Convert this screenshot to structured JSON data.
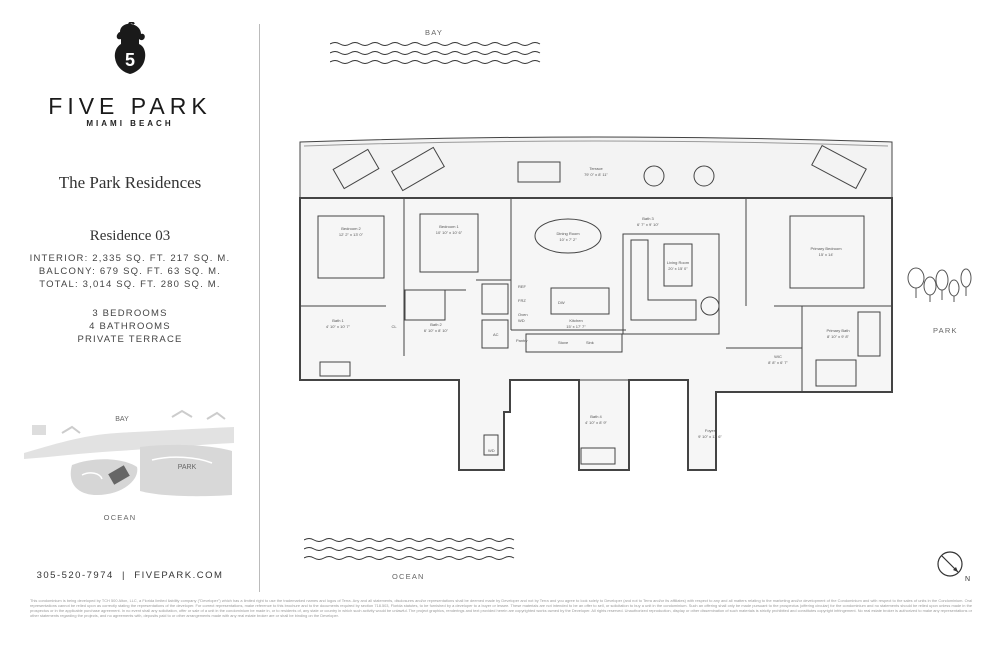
{
  "brand": {
    "name": "FIVE PARK",
    "location": "MIAMI BEACH",
    "logo_letter": "5"
  },
  "collection": "The Park Residences",
  "residence": "Residence 03",
  "areas": [
    "INTERIOR: 2,335 SQ. FT. 217 SQ. M.",
    "BALCONY: 679 SQ. FT. 63 SQ. M.",
    "TOTAL: 3,014 SQ. FT. 280 SQ. M."
  ],
  "features": [
    "3 BEDROOMS",
    "4 BATHROOMS",
    "PRIVATE TERRACE"
  ],
  "contact": {
    "phone": "305-520-7974",
    "separator": "|",
    "website": "FIVEPARK.COM"
  },
  "keymap": {
    "bay": "BAY",
    "park": "PARK",
    "ocean": "OCEAN"
  },
  "plan": {
    "bay": "BAY",
    "park": "PARK",
    "ocean": "OCEAN",
    "north": "N",
    "rooms": {
      "terrace": "Terrace",
      "terrace_dim": "79' 0\" x 8' 11\"",
      "bedroom2": "Bedroom 2",
      "bedroom2_dim": "12' 2\" x 13' 0\"",
      "bedroom1": "Bedroom 1",
      "bedroom1_dim": "10' 10\" x 10' 6\"",
      "dining": "Dining Room",
      "dining_dim": "10' x 7' 2\"",
      "bath3": "Bath 3",
      "bath3_dim": "6' 7\" x 9' 10\"",
      "living": "Living Room",
      "living_dim": "20' x 15' 0\"",
      "primary_bedroom": "Primary Bedroom",
      "primary_bedroom_dim": "15' x 14'",
      "kitchen": "Kitchen",
      "kitchen_dim": "15' x 17' 7\"",
      "bath2": "Bath 2",
      "bath2_dim": "6' 10\" x 8' 10\"",
      "bath1": "Bath 1",
      "bath1_dim": "4' 10\" x 10' 7\"",
      "primary_bath": "Primary Bath",
      "primary_bath_dim": "8' 10\" x 9' 8\"",
      "wic": "WIC",
      "wic_dim": "8' 8\" x 6' 7\"",
      "bath4": "Bath 4",
      "bath4_dim": "4' 10\" x 8' 9\"",
      "foyer": "Foyer",
      "foyer_dim": "9' 10\" x 11' 6\"",
      "cl": "CL",
      "ref": "REF",
      "fre": "FRZ",
      "oven": "Oven",
      "wd": "WD",
      "stove": "Stove",
      "sink": "Sink",
      "dw": "DW",
      "ac": "AC",
      "pantry": "Pantry",
      "wd2": "WD"
    }
  },
  "disclaimer": "This condominium is being developed by TCH 500 Alton, LLC, a Florida limited liability company (\"Developer\") which has a limited right to use the trademarked names and logos of Terra. Any and all statements, disclosures and/or representations shall be deemed made by Developer and not by Terra and you agree to look solely to Developer (and not to Terra and/or its affiliates) with respect to any and all matters relating to the marketing and/or development of the Condominium and with respect to the sales of units in the Condominium. Oral representations cannot be relied upon as correctly stating the representations of the developer. For correct representations, make reference to this brochure and to the documents required by section 718.503, Florida statutes, to be furnished by a developer to a buyer or lessee. These materials are not intended to be an offer to sell, or solicitation to buy a unit in the condominium. Such an offering shall only be made pursuant to the prospectus (offering circular) for the condominium and no statements should be relied upon unless made in the prospectus or in the applicable purchase agreement. In no event shall any solicitation, offer or sale of a unit in the condominium be made in, or to residents of, any state or country in which such activity would be unlawful. The project graphics, renderings and text provided herein are copyrighted works owned by the Developer. All rights reserved. Unauthorized reproduction, display or other dissemination of such materials is strictly prohibited and constitutes copyright infringement. No real estate broker is authorized to make any representations or other statements regarding the projects, and no agreements with, deposits paid to or other arrangements made with any real estate broker are or shall be binding on the Developer."
}
